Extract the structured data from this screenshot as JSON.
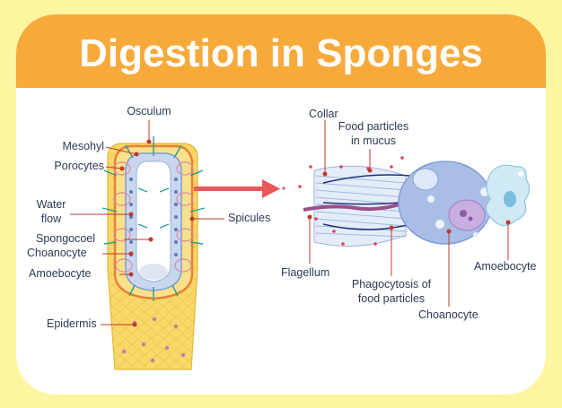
{
  "title": "Digestion in Sponges",
  "colors": {
    "background": "#fdf6a0",
    "banner": "#f7a93a",
    "label_text": "#2b3a55",
    "leader_line": "#c0392b",
    "arrow": "#e8575a",
    "epidermis": "#f8d96a",
    "choanocyte_body": "#a9bde6",
    "amoebocyte": "#cfeaf5"
  },
  "left_diagram": {
    "labels": {
      "osculum": "Osculum",
      "mesohyl": "Mesohyl",
      "porocytes": "Porocytes",
      "water_flow_1": "Water",
      "water_flow_2": "flow",
      "spongocoel": "Spongocoel",
      "choanocyte": "Choanocyte",
      "amoebocyte": "Amoebocyte",
      "epidermis": "Epidermis",
      "spicules": "Spicules"
    }
  },
  "right_diagram": {
    "labels": {
      "collar": "Collar",
      "food_particles_1": "Food particles",
      "food_particles_2": "in mucus",
      "flagellum": "Flagellum",
      "phagocytosis_1": "Phagocytosis of",
      "phagocytosis_2": "food particles",
      "choanocyte": "Choanocyte",
      "amoebocyte": "Amoebocyte"
    }
  },
  "icons": {
    "pointer_arrow": "right-arrow-icon"
  }
}
